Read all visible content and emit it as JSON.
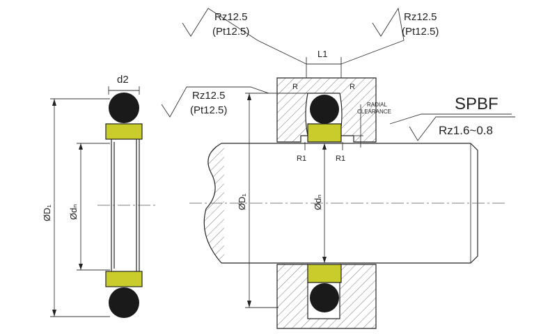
{
  "labels": {
    "d2": "d2",
    "od1_left": "ØD₁",
    "odn_left": "Ødₙ",
    "l1": "L1",
    "r_left": "R",
    "r_right": "R",
    "r1_left": "R1",
    "r1_right": "R1",
    "radial_line1": "RADIAL",
    "radial_line2": "CLEARANCE",
    "od1_mid": "ØD₁",
    "odn_mid": "Ødₙ",
    "product": "SPBF",
    "shaft_finish": "Rz1.6~0.8"
  },
  "surface_notes": [
    {
      "rz": "Rz12.5",
      "pt": "(Pt12.5)"
    },
    {
      "rz": "Rz12.5",
      "pt": "(Pt12.5)"
    },
    {
      "rz": "Rz12.5",
      "pt": "(Pt12.5)"
    }
  ],
  "colors": {
    "oring": "#1a1a1a",
    "ring": "#c9cc2a",
    "line": "#333333",
    "hatch": "#555555"
  }
}
